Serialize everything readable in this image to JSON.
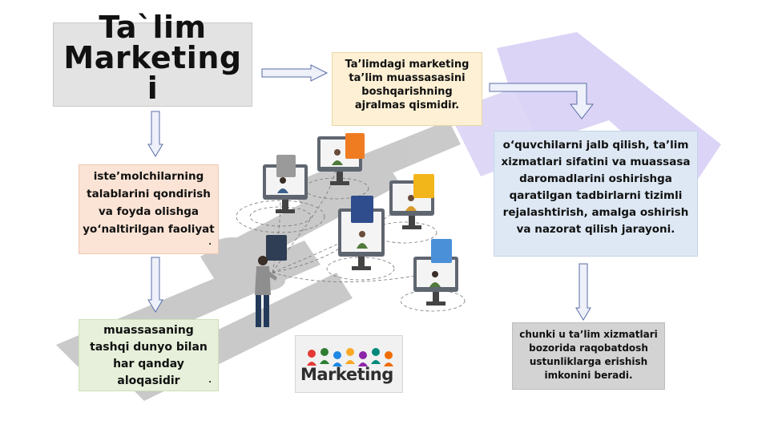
{
  "title": "Ta`lim Marketingi",
  "title_lines": [
    "Ta`lim",
    "Marketing",
    "i"
  ],
  "boxes": {
    "definition": "Ta’limdagi marketing ta’lim muassasasini boshqarishning ajralmas qismidir.",
    "process": "o‘quvchilarni jalb qilish, ta’lim xizmatlari sifatini va muassasa daromadlarini oshirishga qaratilgan tadbirlarni tizimli rejalashtirish, amalga oshirish va nazorat qilish jarayoni.",
    "needs": "iste’molchilarning talablarini qondirish va foyda olishga yo‘naltirilgan faoliyat",
    "relations": "muassasaning tashqi dunyo bilan har qanday aloqasidir",
    "advantage": "chunki u ta’lim xizmatlari bozorida raqobatdosh ustunliklarga erishish imkonini beradi."
  },
  "marks": {
    "needs_dot": ".",
    "relations_dot": "."
  },
  "logo_text": "Marketing",
  "colors": {
    "bubble_orange": "#f07c22",
    "bubble_gray": "#9a9a9a",
    "bubble_yellow": "#f2b51a",
    "bubble_navy": "#2f4d8c",
    "bubble_blue": "#4a90d9",
    "bubble_dark": "#2f3e54",
    "watermark": "#c9c0f0"
  }
}
